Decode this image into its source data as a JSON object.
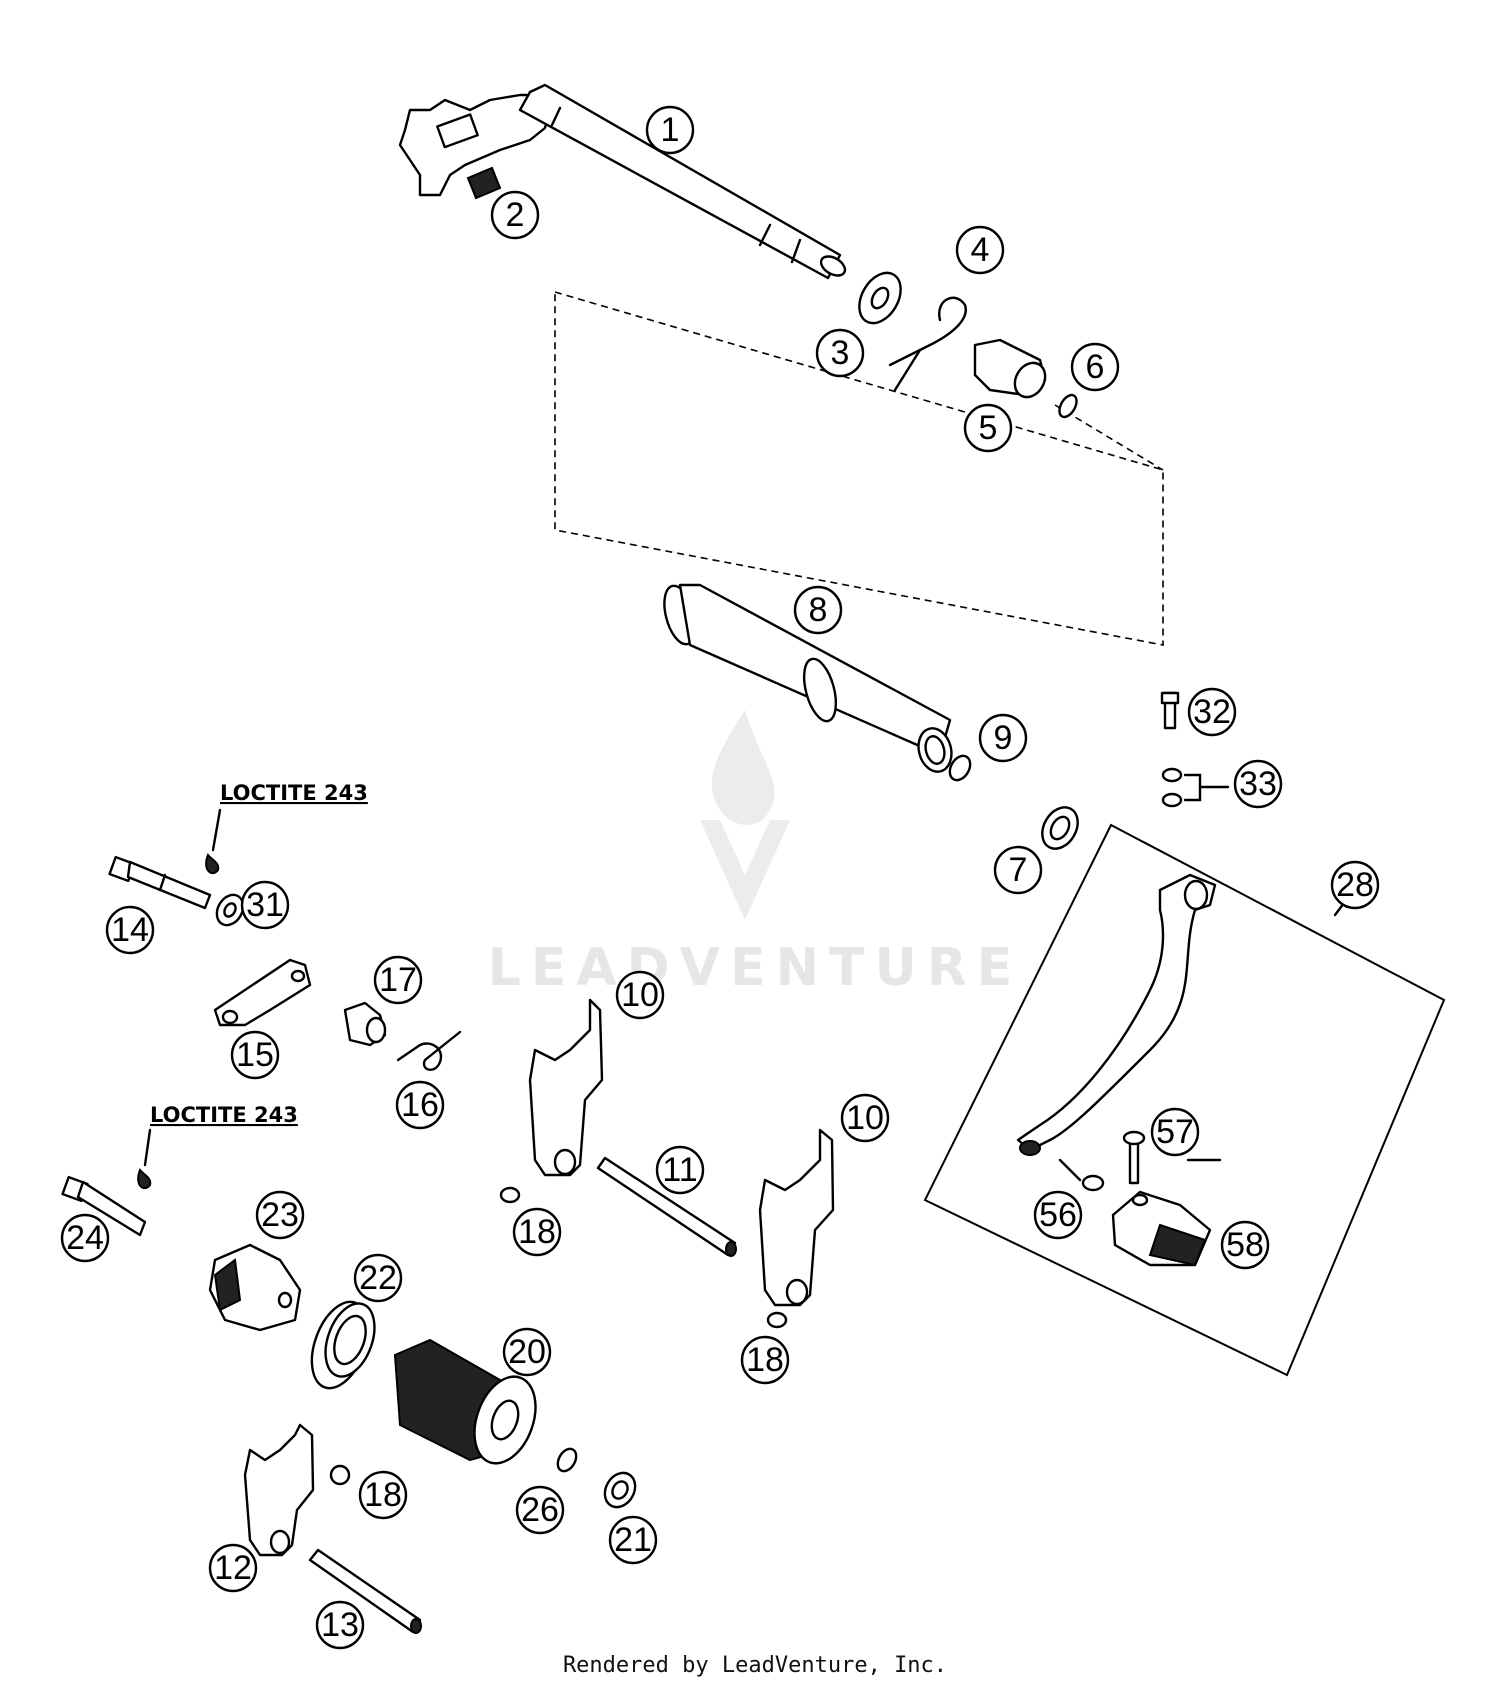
{
  "callouts": [
    "1",
    "2",
    "3",
    "4",
    "5",
    "6",
    "8",
    "9",
    "32",
    "33",
    "7",
    "28",
    "31",
    "14",
    "15",
    "17",
    "16",
    "10",
    "10",
    "11",
    "18",
    "18",
    "23",
    "24",
    "22",
    "20",
    "18",
    "26",
    "21",
    "12",
    "13",
    "57",
    "56",
    "58"
  ],
  "loctite_labels": [
    "LOCTITE 243",
    "LOCTITE 243"
  ],
  "watermark": "LEADVENTURE",
  "footer": "Rendered by LeadVenture, Inc.",
  "colors": {
    "line": "#000000",
    "background": "#ffffff",
    "watermark": "#e6e6e6"
  }
}
